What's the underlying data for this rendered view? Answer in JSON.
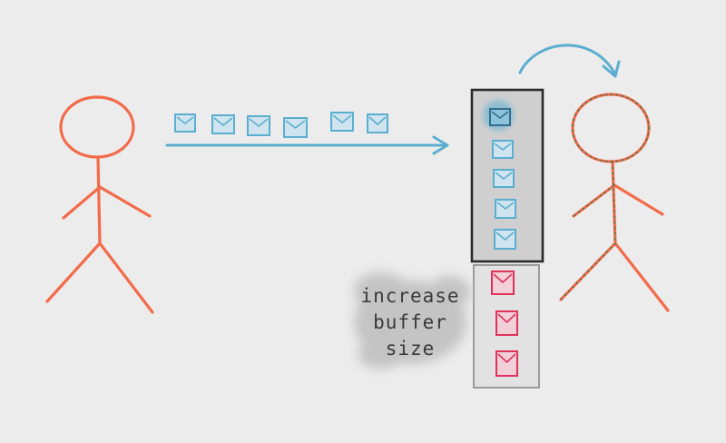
{
  "annotation": {
    "lines": [
      "increase",
      "buffer",
      "size"
    ]
  },
  "colors": {
    "background": "#ececec",
    "stick_figure": "#f26b4a",
    "receiver_accent": "#2f7a52",
    "message": "#5aaed0",
    "message_fill": "#cfe4ee",
    "buffer_frame": "#2a2a2a",
    "buffer_fill": "#cfcfcf",
    "extended_buffer_frame": "#9a9a9a",
    "extended_buffer_fill": "#e2e2e2",
    "overflow_message": "#e0335a",
    "overflow_fill": "#f3cfd8",
    "note_shadow": "#c4c4c4"
  },
  "icons": {
    "message": "envelope-icon",
    "flow": "arrow-right-icon",
    "consume": "curved-arrow-icon"
  }
}
